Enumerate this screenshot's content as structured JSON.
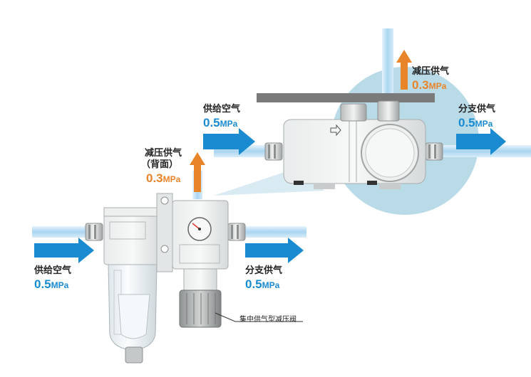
{
  "top_assembly": {
    "label_supply": "供给空气",
    "value_supply": "0.5",
    "unit_supply": "MPa",
    "label_branch": "分支供气",
    "value_branch": "0.5",
    "unit_branch": "MPa",
    "label_reduced": "减压供气",
    "value_reduced": "0.3",
    "unit_reduced": "MPa"
  },
  "bottom_assembly": {
    "label_supply": "供给空气",
    "value_supply": "0.5",
    "unit_supply": "MPa",
    "label_branch": "分支供气",
    "value_branch": "0.5",
    "unit_branch": "MPa",
    "label_reduced": "减压供气",
    "label_reduced_sub": "（背面）",
    "value_reduced": "0.3",
    "unit_reduced": "MPa",
    "callout": "集中供气型减压阀"
  },
  "colors": {
    "pipe": "#bfe0f5",
    "arrow_blue": "#1a8bd0",
    "arrow_orange": "#e8842a",
    "zoom_circle": "#b9dbe8",
    "panel": "#7a7a7a"
  }
}
